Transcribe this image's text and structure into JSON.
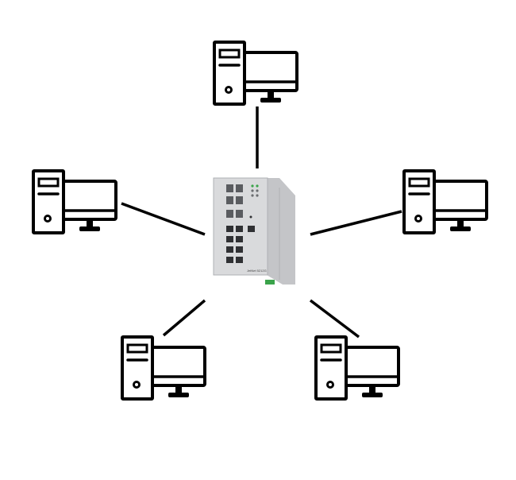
{
  "switch": {
    "icon": "industrial-ethernet-switch",
    "model_label": "JetNet 5212G",
    "body_color": "#d9dadc",
    "side_color": "#c4c5c8",
    "terminal_color": "#3aa34a"
  },
  "computers": [
    {
      "id": "top",
      "icon": "desktop-computer-icon"
    },
    {
      "id": "left",
      "icon": "desktop-computer-icon"
    },
    {
      "id": "right",
      "icon": "desktop-computer-icon"
    },
    {
      "id": "bottom-left",
      "icon": "desktop-computer-icon"
    },
    {
      "id": "bottom-right",
      "icon": "desktop-computer-icon"
    }
  ],
  "line_color": "#000000"
}
